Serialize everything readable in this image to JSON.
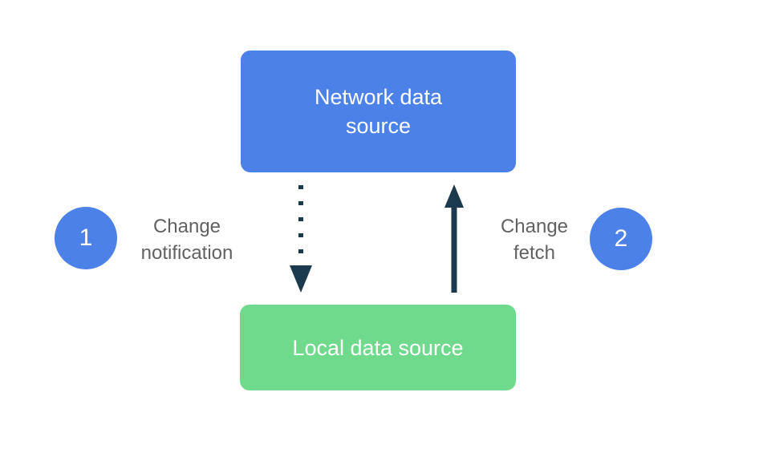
{
  "diagram": {
    "nodes": {
      "network": {
        "label": "Network data source"
      },
      "local": {
        "label": "Local data source"
      }
    },
    "arrows": [
      {
        "from": "network",
        "to": "local",
        "style": "dotted",
        "direction": "down"
      },
      {
        "from": "local",
        "to": "network",
        "style": "solid",
        "direction": "up"
      }
    ],
    "steps": [
      {
        "number": "1",
        "label": "Change notification"
      },
      {
        "number": "2",
        "label": "Change fetch"
      }
    ]
  },
  "colors": {
    "network_node": "#4C82E8",
    "local_node": "#6FD98C",
    "badge": "#4C82E8",
    "arrow": "#1C3A4E",
    "node_text": "#FFFFFF",
    "label_text": "#616161",
    "background": "#FFFFFF"
  }
}
